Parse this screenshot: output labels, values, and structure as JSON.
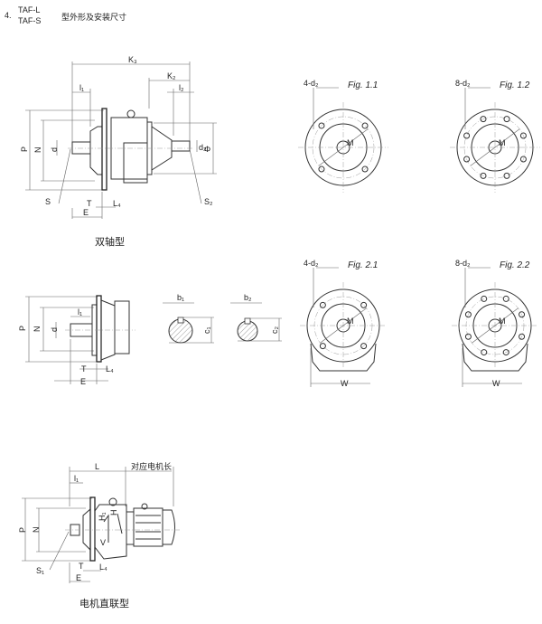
{
  "title": {
    "number": "4.",
    "model_top": "TAF-L",
    "model_bottom": "TAF-S",
    "text": "型外形及安装尺寸"
  },
  "double_shaft": {
    "caption": "双轴型",
    "labels": {
      "K3": "K₃",
      "K2": "K₂",
      "l1": "l₁",
      "l2": "l₂",
      "P": "P",
      "N": "N",
      "d": "d",
      "d2": "d₂",
      "D": "Φ",
      "S": "S",
      "S2": "S₂",
      "T": "T",
      "L4": "L₄",
      "E": "E"
    }
  },
  "flange_views": [
    {
      "fig": "Fig.  1.1",
      "holes": "4-d₂",
      "m": "M",
      "hole_count": 4
    },
    {
      "fig": "Fig.  1.2",
      "holes": "8-d₂",
      "m": "M",
      "hole_count": 8
    },
    {
      "fig": "Fig.  2.1",
      "holes": "4-d₂",
      "m": "M",
      "w": "W",
      "hole_count": 4
    },
    {
      "fig": "Fig.  2.2",
      "holes": "8-d₂",
      "m": "M",
      "w": "W",
      "hole_count": 8
    }
  ],
  "single_shaft": {
    "labels": {
      "P": "P",
      "N": "N",
      "d": "d",
      "l1": "l₁",
      "T": "T",
      "L4": "L₄",
      "E": "E",
      "b1": "b₁",
      "c1": "c₁",
      "b2": "b₂",
      "c2": "c₂"
    }
  },
  "motor_direct": {
    "caption": "电机直联型",
    "labels": {
      "L": "L",
      "motor_length": "对应电机长",
      "l1": "l₁",
      "P": "P",
      "N": "N",
      "S1": "S₁",
      "T": "T",
      "L4": "L₄",
      "E": "E",
      "H": "H",
      "H1": "H₁",
      "V": "V"
    }
  }
}
